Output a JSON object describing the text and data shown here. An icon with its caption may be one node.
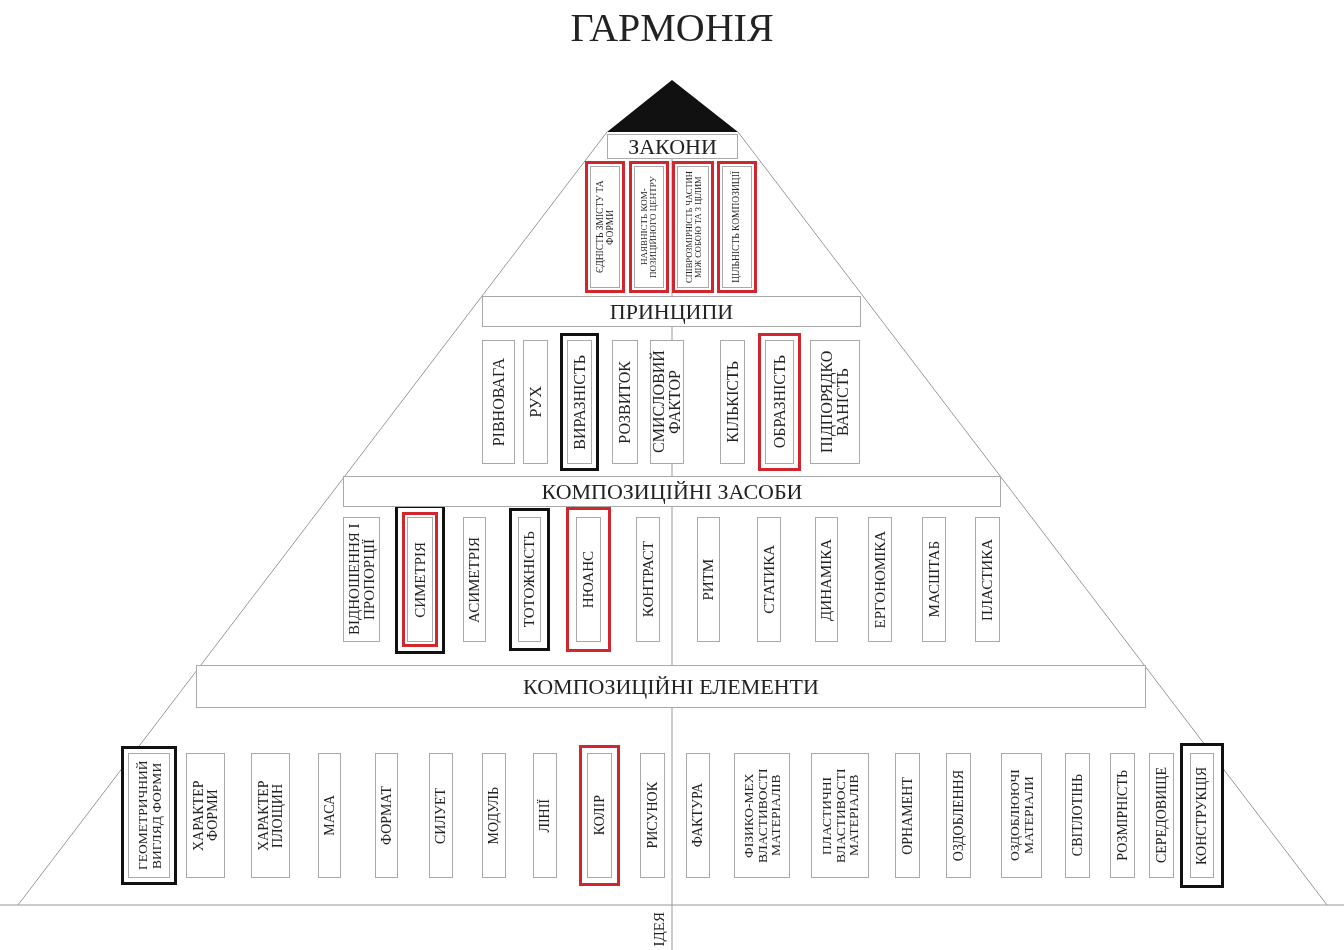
{
  "diagram": {
    "title": "ГАРМОНІЯ",
    "nodes": [
      {
        "text": [
          "ЗАКОНИ"
        ]
      },
      {
        "text": [
          "ЄДНІСТЬ ЗМІСТУ ТА ФОРМИ"
        ]
      },
      {
        "text": [
          "НАЯВНІСТЬ КОМ- ПОЗИЦІЙНОГО ЦЕНТРУ"
        ]
      },
      {
        "text": [
          "СПІВРОЗМІРНІСТЬ ЧАСТИН МІЖ СОБОЮ ТА З ЦІЛИМ"
        ]
      },
      {
        "text": [
          "ЦІЛЬНІСТЬ КОМПОЗИЦІЇ"
        ]
      },
      {
        "text": [
          "ПРИНЦИПИ"
        ]
      },
      {
        "text": [
          "РІВНОВАГА"
        ]
      },
      {
        "text": [
          "РУХ"
        ]
      },
      {
        "text": [
          "ВИРАЗНІСТЬ"
        ]
      },
      {
        "text": [
          "РОЗВИТОК"
        ]
      },
      {
        "text": [
          "СМИСЛОВИЙ ФАКТОР"
        ]
      },
      {
        "text": [
          "КІЛЬКІСТЬ"
        ]
      },
      {
        "text": [
          "ОБРАЗНІСТЬ"
        ]
      },
      {
        "text": [
          "ПІДПОРЯДКО ВАНІСТЬ"
        ]
      },
      {
        "text": [
          "КОМПОЗИЦІЙНІ ЗАСОБИ"
        ]
      },
      {
        "text": [
          "ВІДНОШЕННЯ І ПРОПОРЦІЇ"
        ]
      },
      {
        "text": [
          "СИМЕТРІЯ"
        ]
      },
      {
        "text": [
          "АСИМЕТРІЯ"
        ]
      },
      {
        "text": [
          "ТОТОЖНІСТЬ"
        ]
      },
      {
        "text": [
          "НЮАНС"
        ]
      },
      {
        "text": [
          "КОНТРАСТ"
        ]
      },
      {
        "text": [
          "РИТМ"
        ]
      },
      {
        "text": [
          "СТАТИКА"
        ]
      },
      {
        "text": [
          "ДИНАМІКА"
        ]
      },
      {
        "text": [
          "ЕРГОНОМІКА"
        ]
      },
      {
        "text": [
          "МАСШТАБ"
        ]
      },
      {
        "text": [
          "ПЛАСТИКА"
        ]
      },
      {
        "text": [
          "КОМПОЗИЦІЙНІ ЕЛЕМЕНТИ"
        ]
      },
      {
        "text": [
          "ГЕОМЕТРИЧНИЙ ВИГЛЯД ФОРМИ"
        ]
      },
      {
        "text": [
          "ХАРАКТЕР ФОРМИ"
        ]
      },
      {
        "text": [
          "ХАРАКТЕР ПЛОЩИН"
        ]
      },
      {
        "text": [
          "МАСА"
        ]
      },
      {
        "text": [
          "ФОРМАТ"
        ]
      },
      {
        "text": [
          "СИЛУЕТ"
        ]
      },
      {
        "text": [
          "МОДУЛЬ"
        ]
      },
      {
        "text": [
          "ЛІНІЇ"
        ]
      },
      {
        "text": [
          "КОЛІР"
        ]
      },
      {
        "text": [
          "РИСУНОК"
        ]
      },
      {
        "text": [
          "ФАКТУРА"
        ]
      },
      {
        "text": [
          "ФІЗИКО-МЕХ ВЛАСТИВОСТІ МАТЕРІАЛІВ"
        ]
      },
      {
        "text": [
          "ПЛАСТИЧНІ ВЛАСТИВОСТІ МАТЕРІАЛІВ"
        ]
      },
      {
        "text": [
          "ОРНАМЕНТ"
        ]
      },
      {
        "text": [
          "ОЗДОБЛЕННЯ"
        ]
      },
      {
        "text": [
          "ОЗДОБЛЮЮЧІ МАТЕРІАЛИ"
        ]
      },
      {
        "text": [
          "СВІТЛОТІНЬ"
        ]
      },
      {
        "text": [
          "РОЗМІРНІСТЬ"
        ]
      },
      {
        "text": [
          "СЕРЕДОВИЩЕ"
        ]
      },
      {
        "text": [
          "КОНСТРУКЦІЯ"
        ]
      }
    ],
    "labels": [
      "ІДЕЯ"
    ]
  }
}
